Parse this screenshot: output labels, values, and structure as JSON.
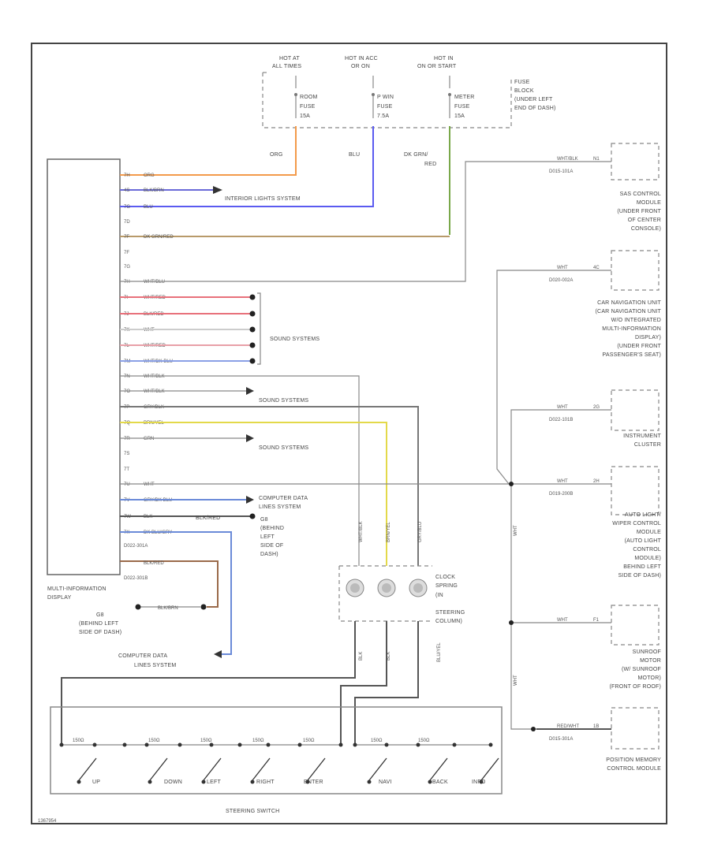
{
  "fuses": [
    {
      "power": [
        "HOT AT",
        "ALL TIMES"
      ],
      "fuse": [
        "ROOM",
        "FUSE",
        "15A"
      ]
    },
    {
      "power": [
        "HOT IN ACC",
        "OR ON"
      ],
      "fuse": [
        "P WIN",
        "FUSE",
        "7.5A"
      ]
    },
    {
      "power": [
        "HOT IN",
        "ON OR START"
      ],
      "fuse": [
        "METER",
        "FUSE",
        "15A"
      ]
    }
  ],
  "fuse_block_label": [
    "FUSE",
    "BLOCK",
    "(UNDER LEFT",
    "END OF DASH)"
  ],
  "wire_colors_top": {
    "c1": "ORG",
    "c2": "BLU",
    "c3": [
      "DK GRN/",
      "RED"
    ]
  },
  "mid_pins": [
    {
      "pin": "7H",
      "color": "ORG"
    },
    {
      "pin": "4S",
      "color": "BLK/BRN"
    },
    {
      "pin": "7G",
      "color": "BLU"
    },
    {
      "pin": "7D",
      "color": ""
    },
    {
      "pin": "7F",
      "color": "DK GRN/RED"
    },
    {
      "pin": "7F",
      "color": ""
    },
    {
      "pin": "7G",
      "color": ""
    },
    {
      "pin": "7H",
      "color": "WHT/BLU"
    },
    {
      "pin": "7I",
      "color": "WHT/RED"
    },
    {
      "pin": "7J",
      "color": "BLK/RED"
    },
    {
      "pin": "7K",
      "color": "WHT"
    },
    {
      "pin": "7L",
      "color": "WHT/RED"
    },
    {
      "pin": "7M",
      "color": "WHT/DK BLU"
    },
    {
      "pin": "7N",
      "color": "WHT/BLK"
    },
    {
      "pin": "7O",
      "color": "WHT/BLK"
    },
    {
      "pin": "7P",
      "color": "GRY/BLK"
    },
    {
      "pin": "7Q",
      "color": "BRN/YEL"
    },
    {
      "pin": "7R",
      "color": "GRN"
    },
    {
      "pin": "7S",
      "color": ""
    },
    {
      "pin": "7T",
      "color": ""
    },
    {
      "pin": "7U",
      "color": "WHT"
    },
    {
      "pin": "7V",
      "color": "GRY/DK BLU"
    },
    {
      "pin": "7W",
      "color": "BLK"
    },
    {
      "pin": "7X",
      "color": "DK BLU/GRY"
    }
  ],
  "blk_red": "BLK/RED",
  "connector_codes": {
    "a": "D022-301A",
    "b": "D022-301B"
  },
  "blk_red_bottom": "BLK/RED",
  "blk_brn": "BLK/BRN",
  "labels": {
    "interior": "INTERIOR LIGHTS SYSTEM",
    "sound1": "SOUND SYSTEMS",
    "sound2": "SOUND SYSTEMS",
    "sound3": "SOUND SYSTEMS",
    "computer_data": [
      "COMPUTER DATA",
      "LINES SYSTEM"
    ],
    "gnd_right": [
      "G8",
      "(BEHIND",
      "LEFT",
      "SIDE OF",
      "DASH)"
    ],
    "mid": [
      "MULTI-INFORMATION",
      "DISPLAY"
    ],
    "gnd_left": [
      "G8",
      "(BEHIND LEFT",
      "SIDE OF DASH)"
    ],
    "computer_data2": [
      "COMPUTER DATA",
      "LINES SYSTEM"
    ],
    "clock_spring": [
      "CLOCK",
      "SPRING",
      "(IN",
      "STEERING",
      "COLUMN)"
    ],
    "steering_switch": "STEERING SWITCH",
    "code": "1367954"
  },
  "right_modules": [
    {
      "wire": "WHT/BLK",
      "pin": "N1",
      "conn": "D015-101A",
      "name": [
        "SAS CONTROL",
        "MODULE",
        "(UNDER FRONT",
        "OF CENTER",
        "CONSOLE)"
      ]
    },
    {
      "wire": "WHT",
      "pin": "4C",
      "conn": "D020-002A",
      "name": [
        "CAR NAVIGATION UNIT",
        "(CAR NAVIGATION UNIT",
        "W/O INTEGRATED",
        "MULTI-INFORMATION",
        "DISPLAY)",
        "(UNDER FRONT",
        "PASSENGER'S SEAT)"
      ]
    },
    {
      "wire": "WHT",
      "pin": "2G",
      "conn": "D022-101B",
      "name": [
        "INSTRUMENT",
        "CLUSTER"
      ]
    },
    {
      "wire": "WHT",
      "pin": "2H",
      "conn": "D019-200B",
      "name": [
        "AUTO LIGHT/",
        "WIPER CONTROL",
        "MODULE",
        "(AUTO LIGHT",
        "CONTROL",
        "MODULE)",
        "BEHIND LEFT",
        "SIDE OF DASH)"
      ]
    },
    {
      "wire": "WHT",
      "pin": "F1",
      "conn": "",
      "name": [
        "SUNROOF",
        "MOTOR",
        "(W/ SUNROOF",
        "MOTOR)",
        "(FRONT OF ROOF)"
      ]
    },
    {
      "wire": "RED/WHT",
      "pin": "1B",
      "conn": "D015-301A",
      "name": [
        "POSITION MEMORY",
        "CONTROL MODULE"
      ]
    }
  ],
  "vert_wires": [
    "WHT/BLK",
    "BRN/YEL",
    "GRY/BLU"
  ],
  "vert_wires_bottom": [
    "BLK",
    "BLK",
    "BLU/YEL"
  ],
  "shared_vertical": [
    "WHT",
    "WHT"
  ],
  "switch_res": [
    "150Ω",
    "150Ω",
    "150Ω",
    "150Ω",
    "150Ω",
    "150Ω",
    "150Ω"
  ],
  "switches": [
    "UP",
    "DOWN",
    "LEFT",
    "RIGHT",
    "ENTER",
    "NAVI",
    "BACK",
    "INFO"
  ],
  "colors": {
    "org": "#f39a4a",
    "blu": "#5b5bf0",
    "grn": "#7aa84a",
    "brn_grn": "#b89a6a",
    "red": "#e8707a",
    "yel": "#e3d94a",
    "lblu": "#8aa0e6",
    "blue2": "#6a8ad8",
    "brn": "#9a6a4a",
    "gry": "#8a8a8a"
  }
}
